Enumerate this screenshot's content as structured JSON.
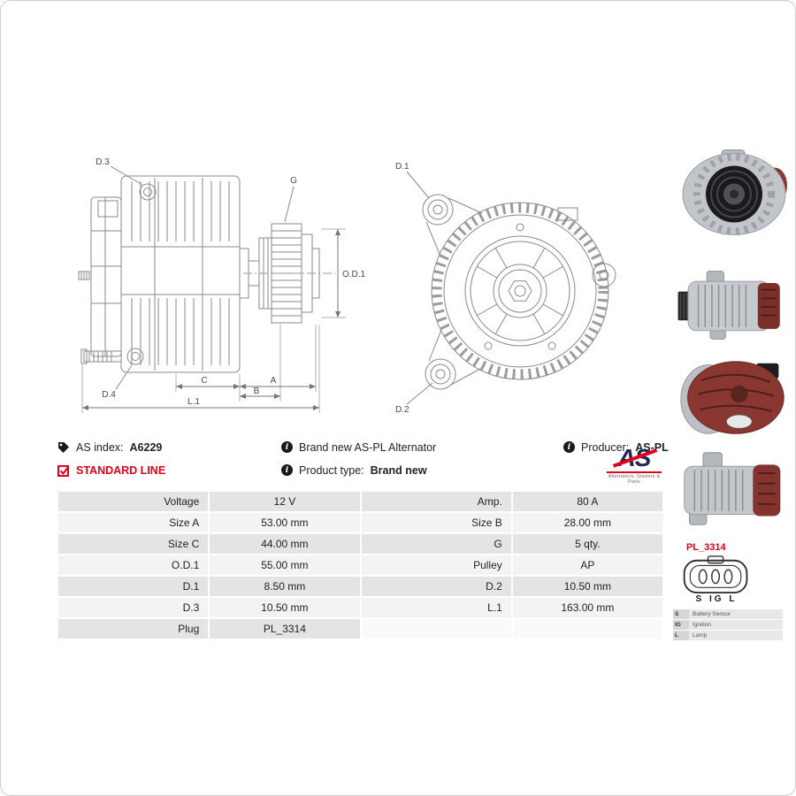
{
  "header": {
    "as_index_label": "AS index:",
    "as_index_value": "A6229",
    "standard_line": "STANDARD LINE",
    "brand_new_text": "Brand new AS-PL Alternator",
    "product_type_label": "Product type:",
    "product_type_value": "Brand new",
    "producer_label": "Producer:",
    "producer_value": "AS-PL"
  },
  "icons": {
    "info_glyph": "i"
  },
  "logo": {
    "text": "AS",
    "caption": "Alternators, Starters & Parts"
  },
  "drawing": {
    "side": {
      "d3": "D.3",
      "d4": "D.4",
      "g": "G",
      "od1": "O.D.1",
      "c": "C",
      "b": "B",
      "a": "A",
      "l1": "L.1"
    },
    "front": {
      "d1": "D.1",
      "d2": "D.2"
    }
  },
  "spec_table": {
    "rows": [
      {
        "label1": "Voltage",
        "value1": "12 V",
        "label2": "Amp.",
        "value2": "80 A"
      },
      {
        "label1": "Size A",
        "value1": "53.00 mm",
        "label2": "Size B",
        "value2": "28.00 mm"
      },
      {
        "label1": "Size C",
        "value1": "44.00 mm",
        "label2": "G",
        "value2": "5 qty."
      },
      {
        "label1": "O.D.1",
        "value1": "55.00 mm",
        "label2": "Pulley",
        "value2": "AP"
      },
      {
        "label1": "D.1",
        "value1": "8.50 mm",
        "label2": "D.2",
        "value2": "10.50 mm"
      },
      {
        "label1": "D.3",
        "value1": "10.50 mm",
        "label2": "L.1",
        "value2": "163.00 mm"
      },
      {
        "label1": "Plug",
        "value1": "PL_3314",
        "label2": "",
        "value2": ""
      }
    ]
  },
  "plug": {
    "code": "PL_3314",
    "pin_labels": "S IG L",
    "legend": [
      {
        "pin": "S",
        "desc": "Battery Sensor"
      },
      {
        "pin": "IG",
        "desc": "Ignition"
      },
      {
        "pin": "L",
        "desc": "Lamp"
      }
    ]
  },
  "colors": {
    "accent_red": "#e2001a",
    "navy": "#1d2b50",
    "row_dark": "#e4e4e4",
    "row_light": "#f3f3f3",
    "line_gray": "#8a8a8a"
  }
}
